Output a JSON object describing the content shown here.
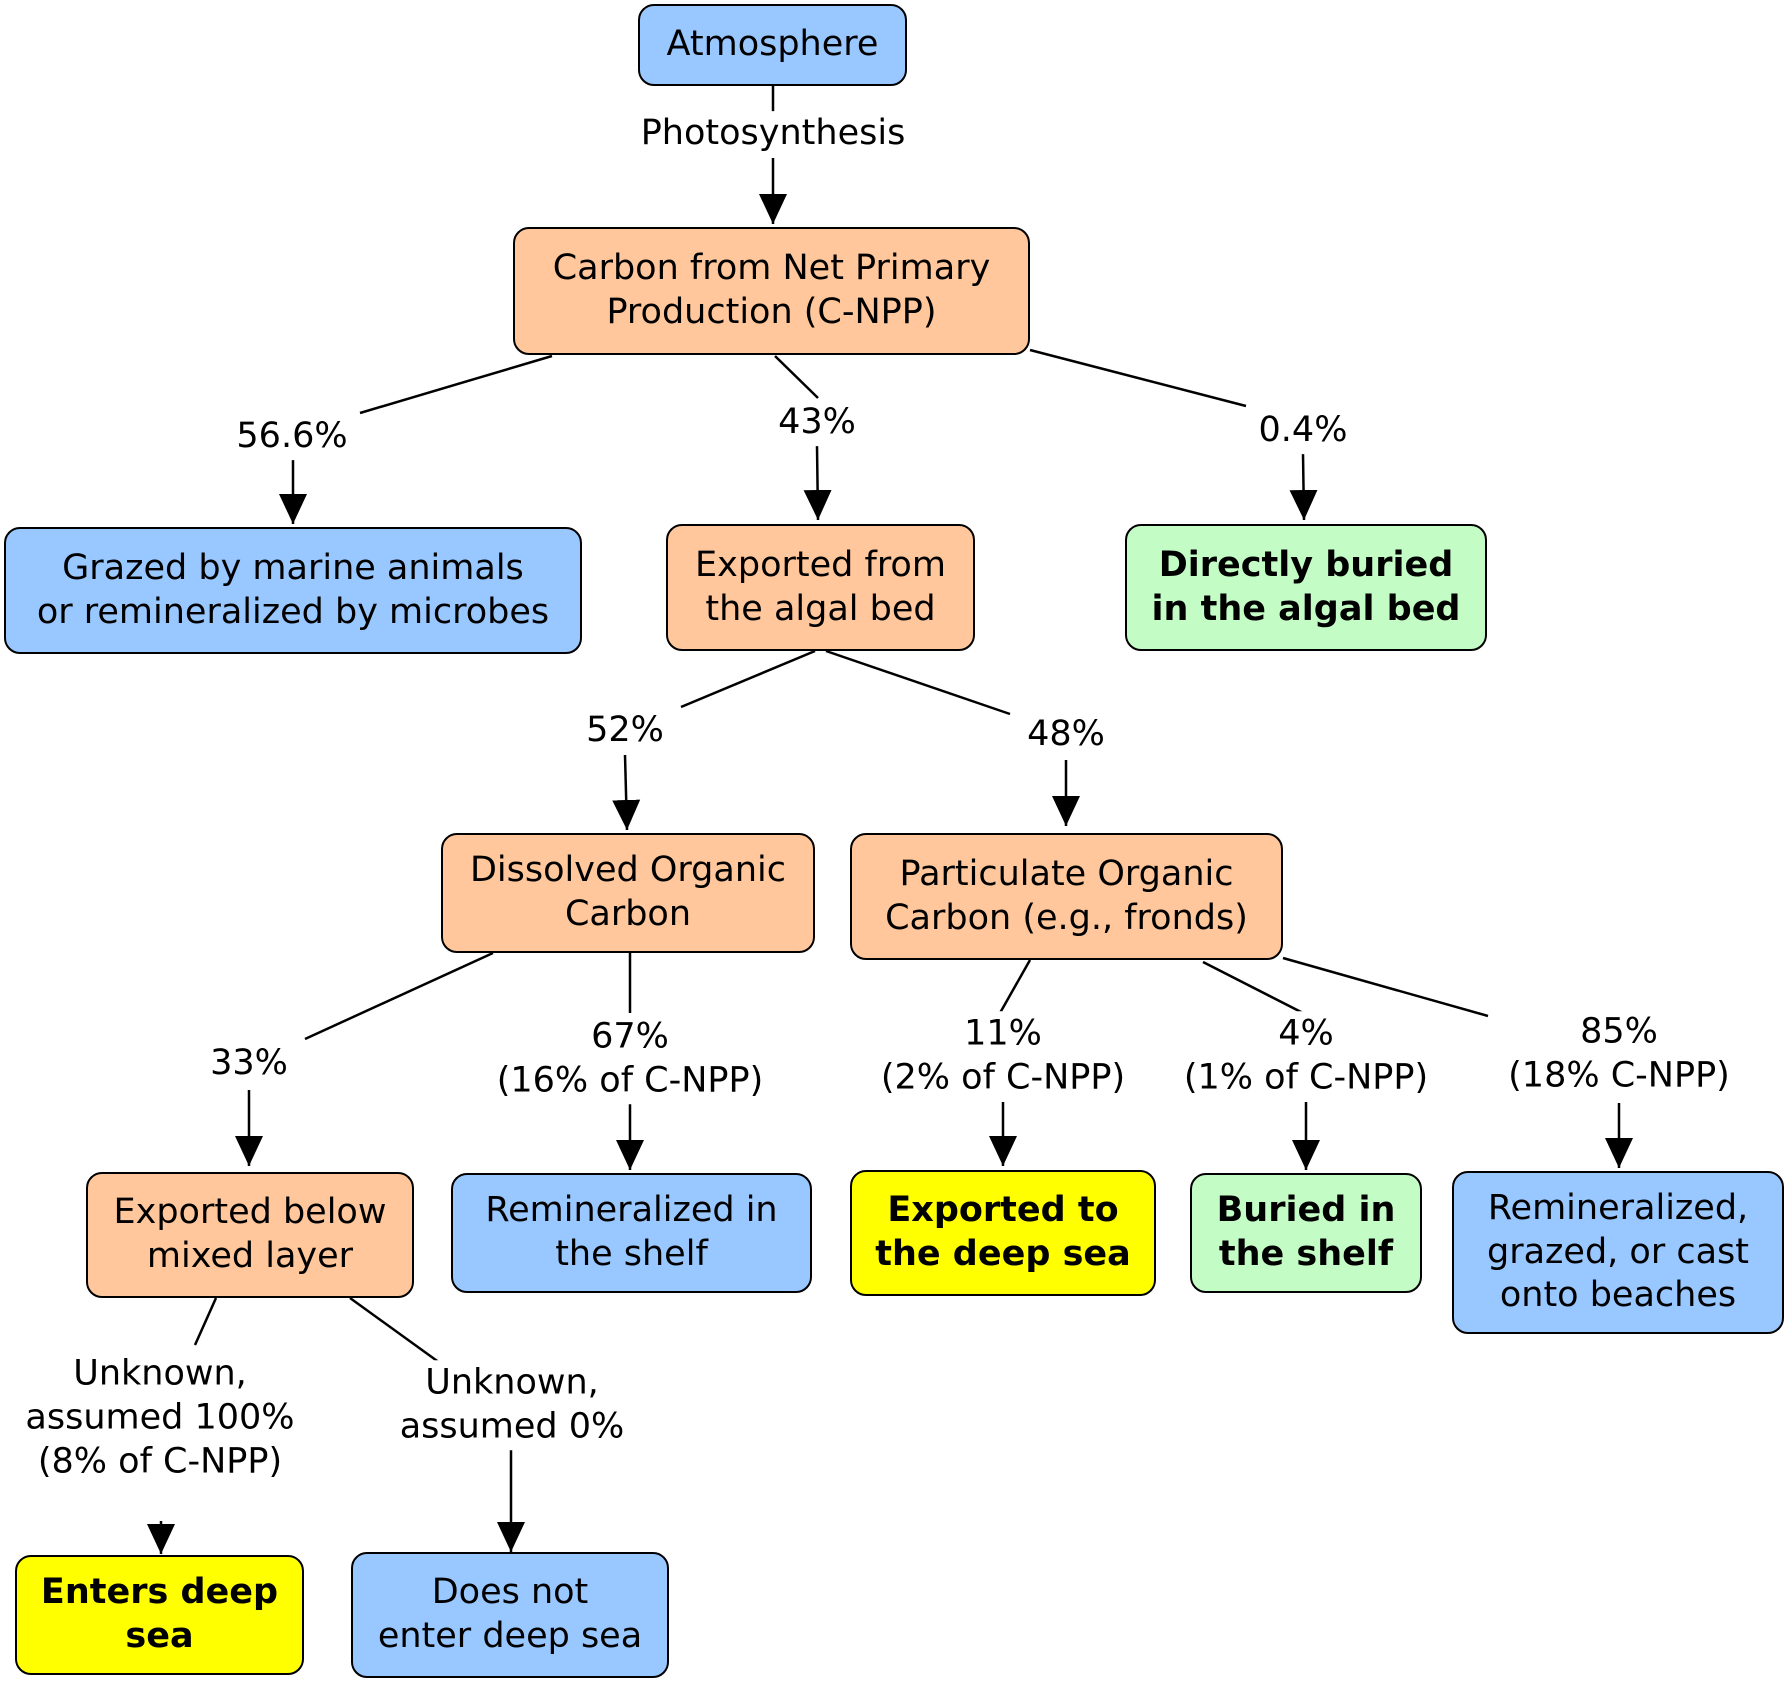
{
  "diagram": {
    "nodes": {
      "atmosphere": "Atmosphere",
      "cnpp": "Carbon from Net Primary\nProduction (C-NPP)",
      "grazed": "Grazed by marine animals\nor remineralized by microbes",
      "exported_algal": "Exported from\nthe algal bed",
      "buried_algal": "Directly buried\nin the algal bed",
      "doc": "Dissolved Organic\nCarbon",
      "poc": "Particulate Organic\nCarbon (e.g., fronds)",
      "exported_below": "Exported below\nmixed layer",
      "remin_shelf": "Remineralized in\nthe shelf",
      "exported_deep": "Exported to\nthe deep sea",
      "buried_shelf": "Buried in\nthe shelf",
      "remin_grazed": "Remineralized,\ngrazed, or cast\nonto beaches",
      "enters_deep": "Enters deep\nsea",
      "not_deep": "Does not\nenter deep sea"
    },
    "edge_labels": {
      "photosynthesis": "Photosynthesis",
      "p_56_6": "56.6%",
      "p_43": "43%",
      "p_0_4": "0.4%",
      "p_52": "52%",
      "p_48": "48%",
      "p_33": "33%",
      "p_67": "67%\n(16% of C-NPP)",
      "p_11": "11%\n(2% of C-NPP)",
      "p_4": "4%\n(1% of C-NPP)",
      "p_85": "85%\n(18% C-NPP)",
      "unknown_100": "Unknown,\nassumed 100%\n(8% of C-NPP)",
      "unknown_0": "Unknown,\nassumed 0%"
    },
    "colors": {
      "blue": "#99c7ff",
      "orange": "#ffc79b",
      "green": "#c4fcc6",
      "yellow": "#ffff00",
      "stroke": "#000000"
    }
  }
}
